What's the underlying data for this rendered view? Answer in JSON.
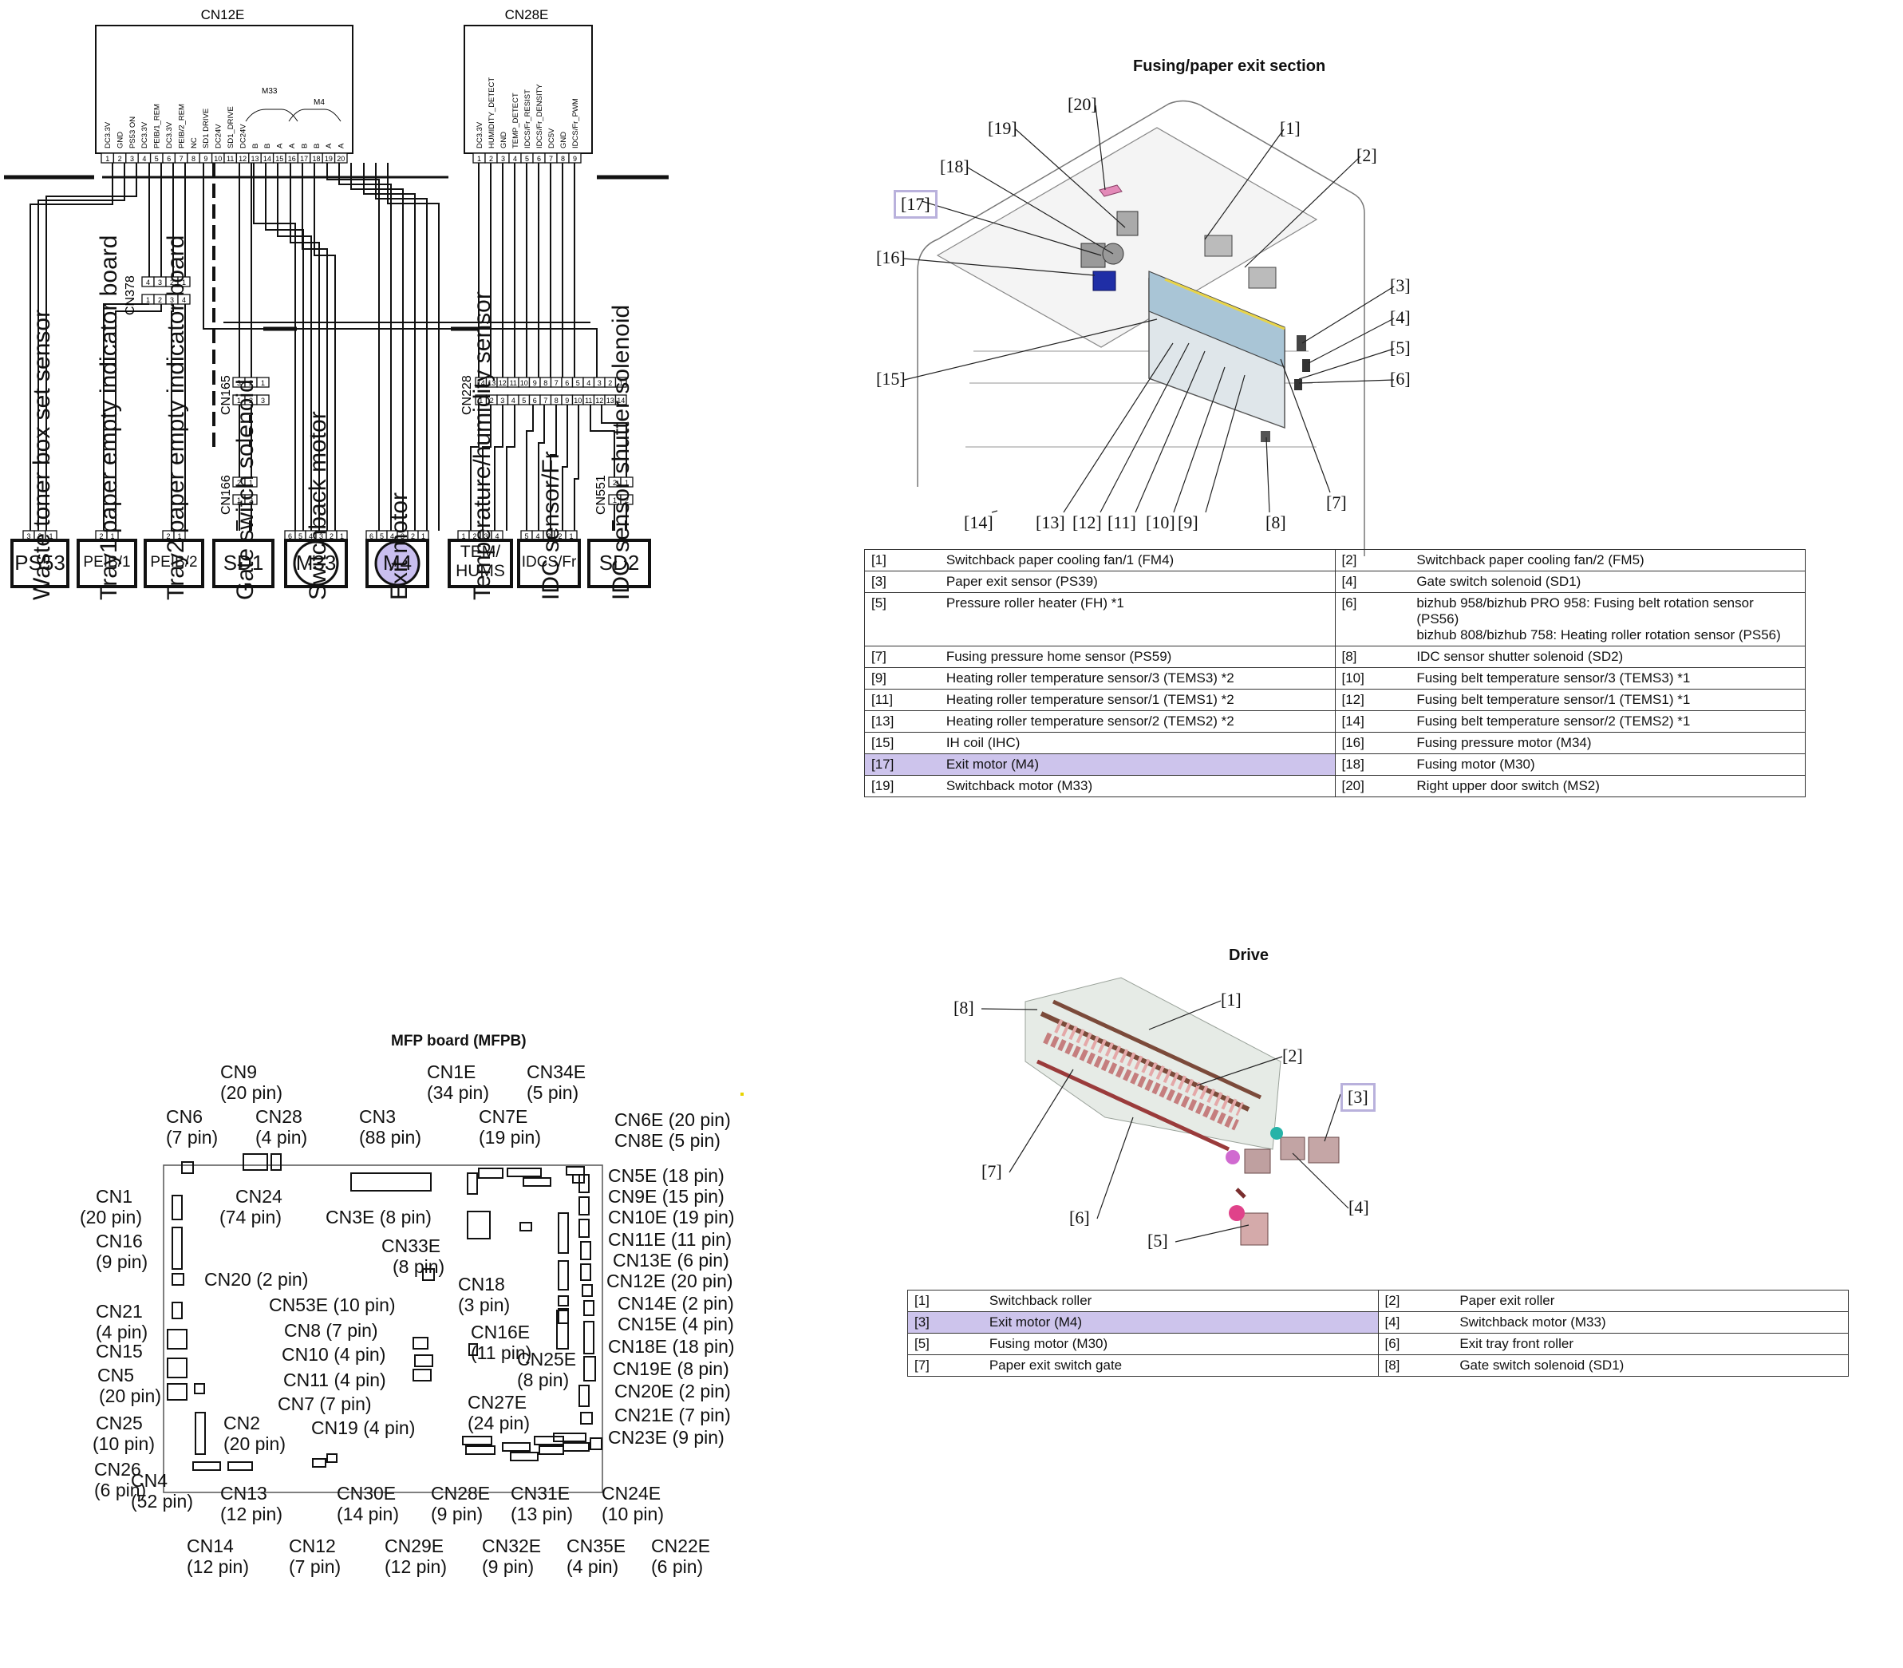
{
  "connectors": {
    "cn12e": "CN12E",
    "cn28e": "CN28E",
    "cn378": "CN378",
    "cn165": "CN165",
    "cn166": "CN166",
    "cn228": "CN228",
    "cn551": "CN551"
  },
  "cn12e_signals": [
    "DC3.3V",
    "GND",
    "PS53 ON",
    "DC3.3V",
    "PEIB/1_REM",
    "DC3.3V",
    "PEIB/2_REM",
    "NC",
    "SD1 DRIVE",
    "DC24V",
    "SD1_DRIVE",
    "DC24V",
    "B",
    "B",
    "A",
    "A",
    "B",
    "B",
    "A",
    "A"
  ],
  "cn12e_groups": {
    "m33": "M33",
    "m4": "M4"
  },
  "cn28e_signals": [
    "DC3.3V",
    "HUMIDITY_DETECT",
    "GND",
    "TEMP_DETECT",
    "IDCS/Fr_RESIST",
    "IDCS/Fr_DENSITY",
    "DC5V",
    "GND",
    "IDCS/Fr_PWM"
  ],
  "pins": {
    "cn12e": [
      "1",
      "2",
      "3",
      "4",
      "5",
      "6",
      "7",
      "8",
      "9",
      "10",
      "11",
      "12",
      "13",
      "14",
      "15",
      "16",
      "17",
      "18",
      "19",
      "20"
    ],
    "cn28e": [
      "1",
      "2",
      "3",
      "4",
      "5",
      "6",
      "7",
      "8",
      "9"
    ],
    "cn378_top": [
      "4",
      "3",
      "2",
      "1"
    ],
    "cn378_bot": [
      "1",
      "2",
      "3",
      "4"
    ],
    "cn165_top": [
      "3",
      "2",
      "1"
    ],
    "cn165_bot": [
      "1",
      "2",
      "3"
    ],
    "cn166_top": [
      "2",
      "1"
    ],
    "cn166_bot": [
      "1",
      "2"
    ],
    "cn228_top": [
      "14",
      "13",
      "12",
      "11",
      "10",
      "9",
      "8",
      "7",
      "6",
      "5",
      "4",
      "3",
      "2",
      "1"
    ],
    "cn228_bot": [
      "1",
      "2",
      "3",
      "4",
      "5",
      "6",
      "7",
      "8",
      "9",
      "10",
      "11",
      "12",
      "13",
      "14"
    ],
    "cn551_top": [
      "2",
      "1"
    ],
    "cn551_bot": [
      "1",
      "2"
    ]
  },
  "components": [
    {
      "code": "PS53",
      "pins": [
        "3",
        "2",
        "1"
      ],
      "label": "Waste toner box set sensor"
    },
    {
      "code": "PEIB/1",
      "pins": [
        "2",
        "1"
      ],
      "label": "Tray1 paper empty indicator board"
    },
    {
      "code": "PEIB/2",
      "pins": [
        "2",
        "1"
      ],
      "label": "Tray2 paper empty indicator board"
    },
    {
      "code": "SD1",
      "pins": [],
      "label": "Gate switch solenoid"
    },
    {
      "code": "M33",
      "pins": [
        "6",
        "5",
        "4",
        "3",
        "2",
        "1"
      ],
      "label": "Switchback motor"
    },
    {
      "code": "M4",
      "pins": [
        "6",
        "5",
        "4",
        "3",
        "2",
        "1"
      ],
      "label": "Exit motor"
    },
    {
      "code": "TEM/\nHUMS",
      "pins": [
        "1",
        "2",
        "3",
        "4"
      ],
      "label": "Temperature/humidity sensor"
    },
    {
      "code": "IDCS/Fr",
      "pins": [
        "5",
        "4",
        "3",
        "2",
        "1"
      ],
      "label": "IDC sensor/Fr"
    },
    {
      "code": "SD2",
      "pins": [],
      "label": "IDC sensor shutter solenoid"
    }
  ],
  "fusing": {
    "title": "Fusing/paper exit section",
    "callouts": [
      "[1]",
      "[2]",
      "[3]",
      "[4]",
      "[5]",
      "[6]",
      "[7]",
      "[8]",
      "[9]",
      "[10]",
      "[11]",
      "[12]",
      "[13]",
      "[14]",
      "[15]",
      "[16]",
      "[17]",
      "[18]",
      "[19]",
      "[20]"
    ],
    "rows": [
      [
        {
          "n": "[1]",
          "t": "Switchback paper cooling fan/1 (FM4)"
        },
        {
          "n": "[2]",
          "t": "Switchback paper cooling fan/2 (FM5)"
        }
      ],
      [
        {
          "n": "[3]",
          "t": "Paper exit sensor (PS39)"
        },
        {
          "n": "[4]",
          "t": "Gate switch solenoid (SD1)"
        }
      ],
      [
        {
          "n": "[5]",
          "t": "Pressure roller heater (FH) *1"
        },
        {
          "n": "[6]",
          "t": "bizhub 958/bizhub PRO 958: Fusing belt rotation sensor (PS56)",
          "t2": "bizhub 808/bizhub 758: Heating roller rotation sensor (PS56)"
        }
      ],
      [
        {
          "n": "[7]",
          "t": "Fusing pressure home sensor (PS59)"
        },
        {
          "n": "[8]",
          "t": "IDC sensor shutter solenoid (SD2)"
        }
      ],
      [
        {
          "n": "[9]",
          "t": "Heating roller temperature sensor/3 (TEMS3) *2"
        },
        {
          "n": "[10]",
          "t": "Fusing belt temperature sensor/3 (TEMS3) *1"
        }
      ],
      [
        {
          "n": "[11]",
          "t": "Heating roller temperature sensor/1 (TEMS1) *2"
        },
        {
          "n": "[12]",
          "t": "Fusing belt temperature sensor/1 (TEMS1) *1"
        }
      ],
      [
        {
          "n": "[13]",
          "t": "Heating roller temperature sensor/2 (TEMS2) *2"
        },
        {
          "n": "[14]",
          "t": "Fusing belt temperature sensor/2 (TEMS2) *1"
        }
      ],
      [
        {
          "n": "[15]",
          "t": "IH coil (IHC)"
        },
        {
          "n": "[16]",
          "t": "Fusing pressure motor (M34)"
        }
      ],
      [
        {
          "n": "[17]",
          "t": "Exit motor (M4)",
          "hl": true
        },
        {
          "n": "[18]",
          "t": "Fusing motor (M30)"
        }
      ],
      [
        {
          "n": "[19]",
          "t": "Switchback motor (M33)"
        },
        {
          "n": "[20]",
          "t": "Right upper door switch (MS2)"
        }
      ]
    ]
  },
  "drive": {
    "title": "Drive",
    "callouts": [
      "[1]",
      "[2]",
      "[3]",
      "[4]",
      "[5]",
      "[6]",
      "[7]",
      "[8]"
    ],
    "rows": [
      [
        {
          "n": "[1]",
          "t": "Switchback roller"
        },
        {
          "n": "[2]",
          "t": "Paper exit roller"
        }
      ],
      [
        {
          "n": "[3]",
          "t": "Exit motor (M4)",
          "hl": true
        },
        {
          "n": "[4]",
          "t": "Switchback motor (M33)"
        }
      ],
      [
        {
          "n": "[5]",
          "t": "Fusing motor (M30)"
        },
        {
          "n": "[6]",
          "t": "Exit tray front roller"
        }
      ],
      [
        {
          "n": "[7]",
          "t": "Paper exit switch gate"
        },
        {
          "n": "[8]",
          "t": "Gate switch solenoid (SD1)"
        }
      ]
    ]
  },
  "mfp": {
    "title": "MFP board (MFPB)",
    "labels": [
      "CN9",
      "(20 pin)",
      "CN6",
      "(7 pin)",
      "CN28",
      "(4 pin)",
      "CN3",
      "(88 pin)",
      "CN1E",
      "(34 pin)",
      "CN34E",
      "(5 pin)",
      "CN7E",
      "(19 pin)",
      "CN6E (20 pin)",
      "CN8E (5 pin)",
      "CN5E (18 pin)",
      "CN9E (15 pin)",
      "CN10E (19 pin)",
      "CN11E (11 pin)",
      "CN13E (6 pin)",
      "CN12E (20 pin)",
      "CN14E (2 pin)",
      "CN15E (4 pin)",
      "CN18E (18 pin)",
      "CN19E (8 pin)",
      "CN20E (2 pin)",
      "CN21E (7 pin)",
      "CN23E (9 pin)",
      "CN1",
      "(20 pin)",
      "CN24",
      "(74 pin)",
      "CN3E (8 pin)",
      "CN33E",
      "(8 pin)",
      "CN16",
      "(9 pin)",
      "CN20 (2 pin)",
      "CN21",
      "(4 pin)",
      "CN18",
      "(3 pin)",
      "CN53E (10 pin)",
      "CN16E",
      "(11 pin)",
      "CN15",
      "CN8 (7 pin)",
      "CN10 (4 pin)",
      "CN5",
      "(20 pin)",
      "CN25E",
      "(8 pin)",
      "CN11 (4 pin)",
      "CN7 (7 pin)",
      "CN27E",
      "(24 pin)",
      "CN25",
      "(10 pin)",
      "CN2",
      "(20 pin)",
      "CN19 (4 pin)",
      "CN26",
      "(6 pin)",
      "CN4",
      "(52 pin)",
      "CN13",
      "(12 pin)",
      "CN30E",
      "(14 pin)",
      "CN28E",
      "(9 pin)",
      "CN31E",
      "(13 pin)",
      "CN24E",
      "(10 pin)",
      "CN14",
      "(12 pin)",
      "CN12",
      "(7 pin)",
      "CN29E",
      "(12 pin)",
      "CN32E",
      "(9 pin)",
      "CN35E",
      "(4 pin)",
      "CN22E",
      "(6 pin)"
    ]
  },
  "colors": {
    "highlight": "#cdc4ec",
    "highlight_border": "#b9b1dc",
    "m4_fill": "#c9bfef"
  }
}
